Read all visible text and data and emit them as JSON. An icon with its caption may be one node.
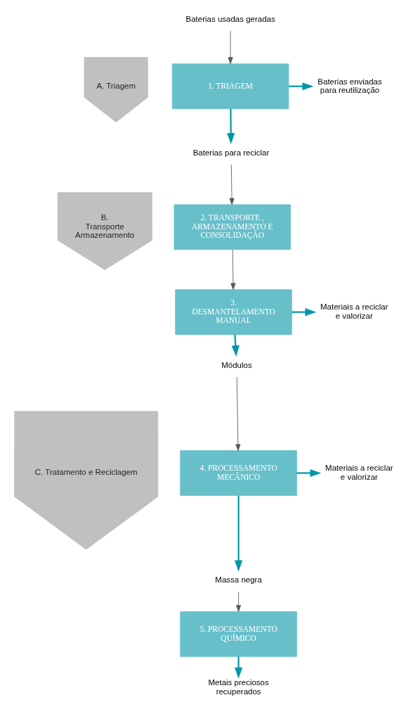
{
  "diagram": {
    "nodes": [
      {
        "text": [
          "A. Triagem"
        ]
      },
      {
        "text": [
          "B. Transporte Armazenamento"
        ]
      },
      {
        "text": [
          "C. Tratamento e Reciclagem"
        ]
      },
      {
        "text": [
          "Baterias usadas geradas"
        ]
      },
      {
        "text": [
          "1. TRIAGEM"
        ]
      },
      {
        "text": [
          "Baterias enviadas para reutilização"
        ]
      },
      {
        "text": [
          "Baterias para reciclar"
        ]
      },
      {
        "text": [
          "2. TRANSPORTE , ARMAZENAMENTO E CONSOLIDAÇÃO"
        ]
      },
      {
        "text": [
          "3. DESMANTELAMENTO MANUAL"
        ]
      },
      {
        "text": [
          "Materiais a reciclar e valorizar"
        ]
      },
      {
        "text": [
          "Módulos"
        ]
      },
      {
        "text": [
          "4. PROCESSAMENTO MECÂNICO"
        ]
      },
      {
        "text": [
          "Materiais a reciclar e valorizar"
        ]
      },
      {
        "text": [
          "Massa negra"
        ]
      },
      {
        "text": [
          "5. PROCESSAMENTO QUÍMICO"
        ]
      },
      {
        "text": [
          "Metais preciosos recuperados"
        ]
      }
    ],
    "edges": [
      {
        "from": 3,
        "to": 4,
        "arrow": "to",
        "color": "#595959"
      },
      {
        "from": 4,
        "to": 5,
        "arrow": "to"
      },
      {
        "from": 4,
        "to": 6,
        "arrow": "to"
      },
      {
        "from": 6,
        "to": 7,
        "arrow": "to",
        "color": "#595959"
      },
      {
        "from": 7,
        "to": 8,
        "arrow": "to",
        "color": "#595959"
      },
      {
        "from": 8,
        "to": 9,
        "arrow": "to"
      },
      {
        "from": 8,
        "to": 10,
        "arrow": "to"
      },
      {
        "from": 10,
        "to": 11,
        "arrow": "to",
        "color": "#595959"
      },
      {
        "from": 11,
        "to": 12,
        "arrow": "to"
      },
      {
        "from": 11,
        "to": 13,
        "arrow": "to"
      },
      {
        "from": 13,
        "to": 14,
        "arrow": "to",
        "color": "#595959"
      },
      {
        "from": 14,
        "to": 15,
        "arrow": "to"
      }
    ]
  }
}
